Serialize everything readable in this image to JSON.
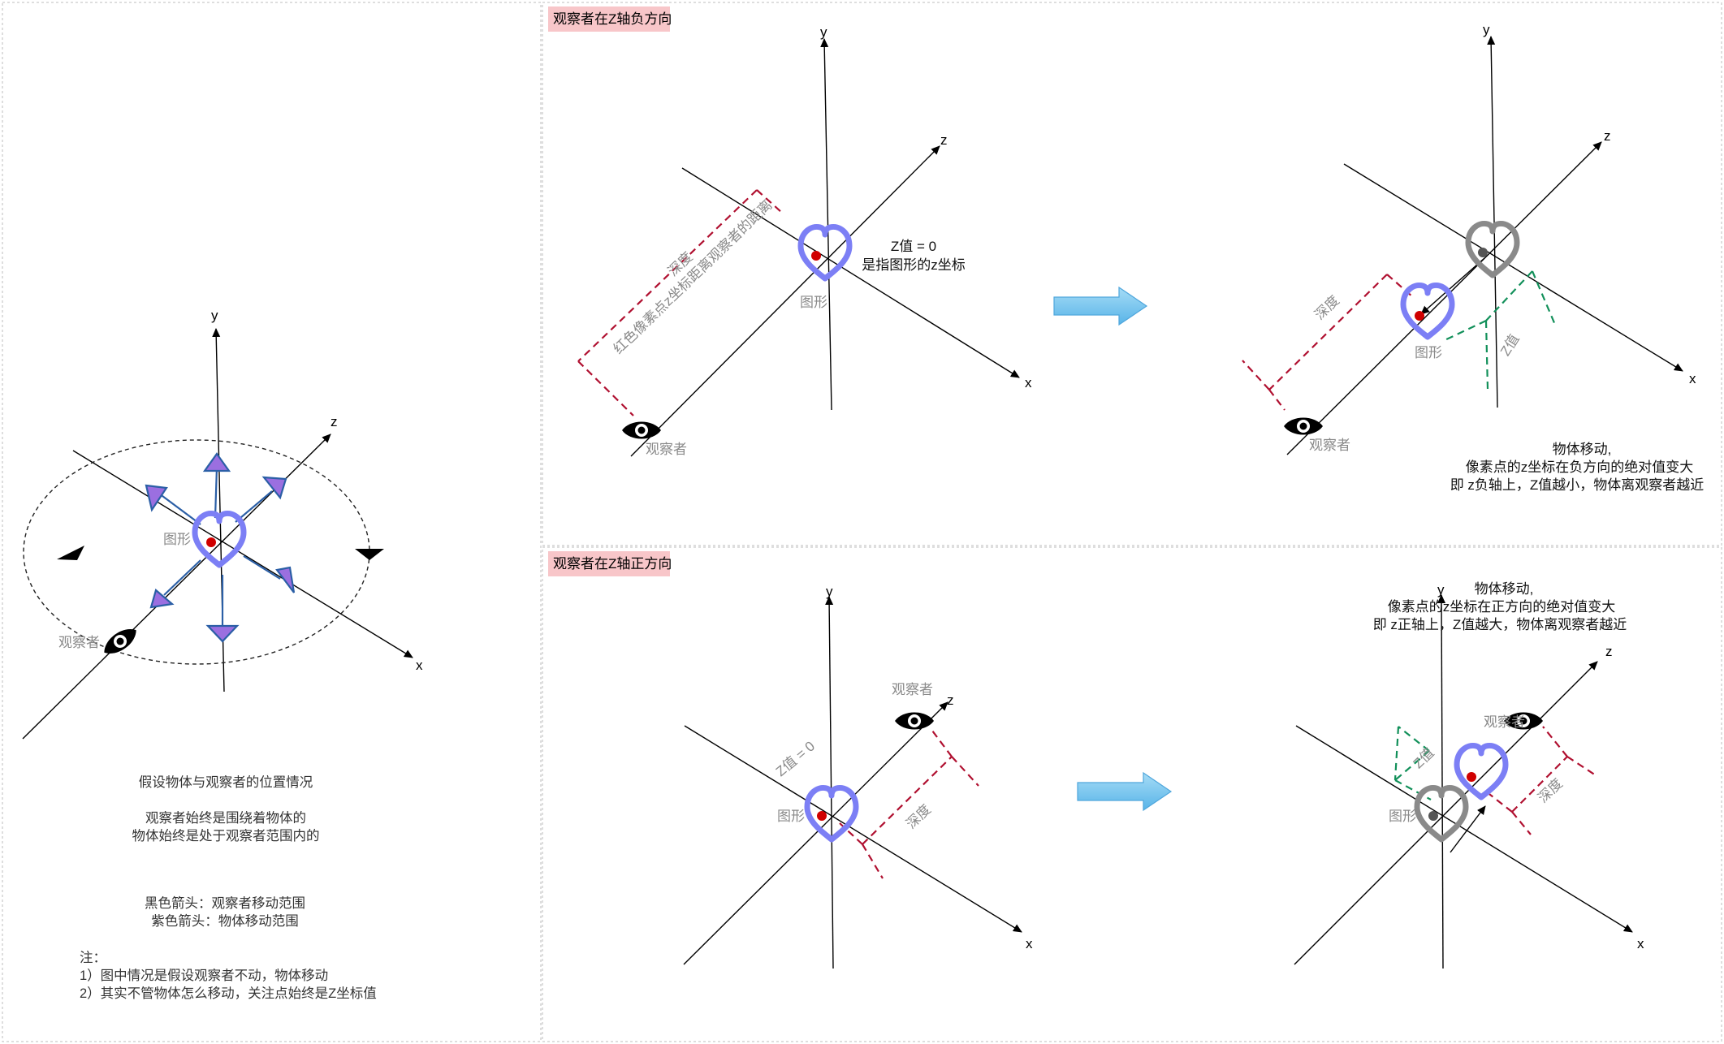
{
  "left_panel": {
    "axis_labels": {
      "x": "x",
      "y": "y",
      "z": "z"
    },
    "shape_label": "图形",
    "observer_label": "观察者",
    "caption_title": "假设物体与观察者的位置情况",
    "caption_line1": "观察者始终是围绕着物体的",
    "caption_line2": "物体始终是处于观察者范围内的",
    "legend_black": "黑色箭头：观察者移动范围",
    "legend_purple": "紫色箭头：物体移动范围",
    "note_title": "注：",
    "note_1": "1）图中情况是假设观察者不动，物体移动",
    "note_2": "2）其实不管物体怎么移动，关注点始终是Z坐标值"
  },
  "top_section": {
    "badge": "观察者在Z轴负方向",
    "left_diagram": {
      "axis_labels": {
        "x": "x",
        "y": "y",
        "z": "z"
      },
      "depth_line1": "深度",
      "depth_line2": "红色像素点z坐标距离观察者的距离",
      "z_value_line1": "Z值 = 0",
      "z_value_line2": "是指图形的z坐标",
      "shape_label": "图形",
      "observer_label": "观察者"
    },
    "right_diagram": {
      "axis_labels": {
        "x": "x",
        "y": "y",
        "z": "z"
      },
      "depth_label": "深度",
      "z_label": "Z值",
      "shape_label": "图形",
      "observer_label": "观察者",
      "caption_line1": "物体移动,",
      "caption_line2": "像素点的z坐标在负方向的绝对值变大",
      "caption_line3": "即 z负轴上，Z值越小，物体离观察者越近"
    }
  },
  "bottom_section": {
    "badge": "观察者在Z轴正方向",
    "left_diagram": {
      "axis_labels": {
        "x": "x",
        "y": "y",
        "z": "z"
      },
      "z_zero_label": "Z值 = 0",
      "shape_label": "图形",
      "observer_label": "观察者",
      "depth_label": "深度"
    },
    "right_diagram": {
      "axis_labels": {
        "x": "x",
        "y": "y",
        "z": "z"
      },
      "caption_line1": "物体移动,",
      "caption_line2": "像素点的z坐标在正方向的绝对值变大",
      "caption_line3": "即 z正轴上，Z值越大，物体离观察者越近",
      "observer_label": "观察者",
      "shape_label": "图形",
      "z_label": "Z值",
      "depth_label": "深度"
    }
  },
  "colors": {
    "heart_active": "#7c7ff5",
    "heart_original": "#8a8a8a",
    "pixel_red": "#d00000",
    "pixel_gray": "#555555",
    "depth_line": "#b01030",
    "z_line": "#12905a",
    "badge_bg": "#f8c6c9",
    "flow_arrow": "#7cc8ef",
    "object_arrow": "#9b6fe0"
  }
}
